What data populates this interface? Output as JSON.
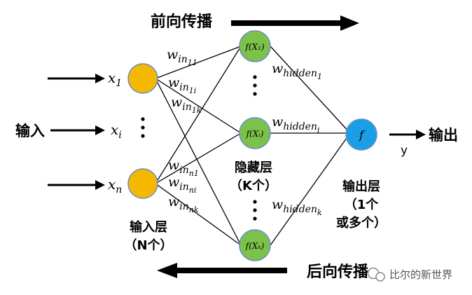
{
  "top_arrow_label": "前向传播",
  "bottom_arrow_label": "后向传播",
  "input_label": "输入",
  "output_label": "输出",
  "output_var": "y",
  "inputs": [
    {
      "base": "x",
      "sub": "1"
    },
    {
      "base": "x",
      "sub": "i"
    },
    {
      "base": "x",
      "sub": "n"
    }
  ],
  "hidden_nodes": [
    "f(X₁)",
    "f(Xᵢ)",
    "f(Xₖ)"
  ],
  "output_node": "f",
  "input_weights": [
    {
      "base": "w",
      "sub": "in",
      "subsub": "11"
    },
    {
      "base": "w",
      "sub": "in",
      "subsub": "1i"
    },
    {
      "base": "w",
      "sub": "in",
      "subsub": "1k"
    },
    {
      "base": "w",
      "sub": "in",
      "subsub": "n1"
    },
    {
      "base": "w",
      "sub": "in",
      "subsub": "ni"
    },
    {
      "base": "w",
      "sub": "in",
      "subsub": "nk"
    }
  ],
  "hidden_weights": [
    {
      "base": "w",
      "sub": "hidden",
      "subsub": "1"
    },
    {
      "base": "w",
      "sub": "hidden",
      "subsub": "i"
    },
    {
      "base": "w",
      "sub": "hidden",
      "subsub": "k"
    }
  ],
  "input_layer": {
    "line1": "输入层",
    "line2": "（N个）"
  },
  "hidden_layer": {
    "line1": "隐藏层",
    "line2": "（K个）"
  },
  "output_layer": {
    "line1": "输出层",
    "line2": "（1个",
    "line3": "或多个）"
  },
  "watermark": "比尔的新世界",
  "colors": {
    "input_node": "#f5b800",
    "input_stroke": "#6b8ec9",
    "hidden_node": "#7cc24a",
    "hidden_stroke": "#6b8ec9",
    "output_node": "#1a9ee6",
    "output_stroke": "#6b8ec9"
  }
}
